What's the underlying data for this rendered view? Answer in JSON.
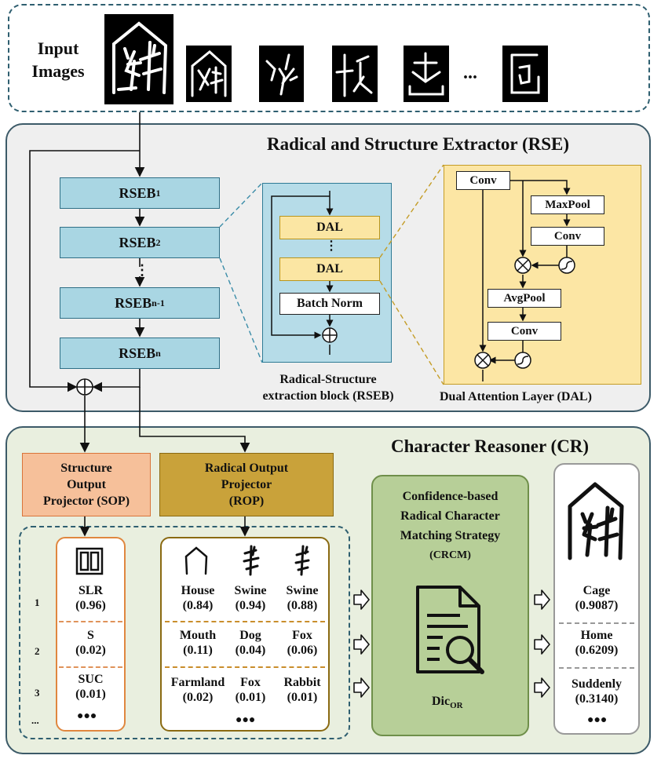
{
  "input": {
    "label_line1": "Input",
    "label_line2": "Images",
    "ellipsis": "..."
  },
  "rse": {
    "title": "Radical and Structure Extractor (RSE)",
    "blocks": [
      {
        "base": "RSEB",
        "sub": "1"
      },
      {
        "base": "RSEB",
        "sub": "2"
      },
      {
        "base": "RSEB",
        "sub": "n-1"
      },
      {
        "base": "RSEB",
        "sub": "n"
      }
    ],
    "vdots": "⋮",
    "detail": {
      "dal1": "DAL",
      "vdots": "⋮",
      "dal2": "DAL",
      "batch_norm": "Batch Norm",
      "caption_line1": "Radical-Structure",
      "caption_line2": "extraction block (RSEB)"
    },
    "dal_detail": {
      "conv_top": "Conv",
      "maxpool": "MaxPool",
      "conv_mid": "Conv",
      "avgpool": "AvgPool",
      "conv_low": "Conv",
      "caption": "Dual Attention Layer (DAL)"
    }
  },
  "cr": {
    "title": "Character Reasoner (CR)",
    "sop": {
      "line1": "Structure",
      "line2": "Output",
      "line3": "Projector (SOP)"
    },
    "rop": {
      "line1": "Radical Output",
      "line2": "Projector",
      "line3": "(ROP)"
    },
    "ranks": [
      "1",
      "2",
      "3",
      "..."
    ],
    "structures": [
      {
        "name": "SLR",
        "score": "(0.96)"
      },
      {
        "name": "S",
        "score": "(0.02)"
      },
      {
        "name": "SUC",
        "score": "(0.01)"
      }
    ],
    "radicals": [
      [
        {
          "name": "House",
          "score": "(0.84)"
        },
        {
          "name": "Swine",
          "score": "(0.94)"
        },
        {
          "name": "Swine",
          "score": "(0.88)"
        }
      ],
      [
        {
          "name": "Mouth",
          "score": "(0.11)"
        },
        {
          "name": "Dog",
          "score": "(0.04)"
        },
        {
          "name": "Fox",
          "score": "(0.06)"
        }
      ],
      [
        {
          "name": "Farmland",
          "score": "(0.02)"
        },
        {
          "name": "Fox",
          "score": "(0.01)"
        },
        {
          "name": "Rabbit",
          "score": "(0.01)"
        }
      ]
    ],
    "more": "●●●",
    "crcm": {
      "line1": "Confidence-based",
      "line2": "Radical Character",
      "line3": "Matching Strategy",
      "line4": "(CRCM)",
      "dic_base": "Dic",
      "dic_sub": "OR"
    },
    "results": [
      {
        "name": "Cage",
        "score": "(0.9087)"
      },
      {
        "name": "Home",
        "score": "(0.6209)"
      },
      {
        "name": "Suddenly",
        "score": "(0.3140)"
      }
    ]
  },
  "colors": {
    "rse_panel": "#efefef",
    "cr_panel": "#e9efdf",
    "rseb_fill": "#a9d6e3",
    "dal_fill": "#fbe6a3",
    "sop_fill": "#f6c09a",
    "rop_fill": "#c9a23a",
    "crcm_fill": "#b7cf98"
  }
}
